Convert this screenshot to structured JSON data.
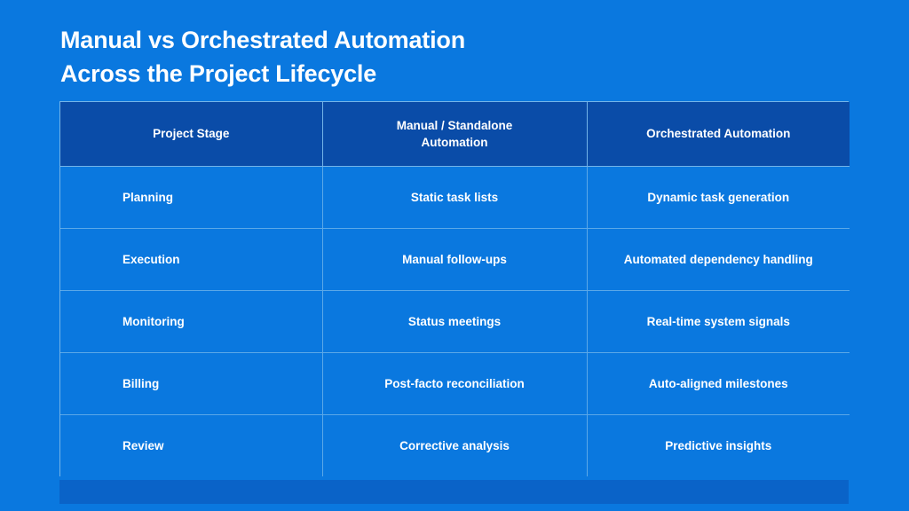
{
  "theme": {
    "page_background": "#0a78df",
    "header_background": "#0a4ca8",
    "footer_bar": "#0a63c8",
    "border": "#5ba8e8",
    "text": "#ffffff"
  },
  "title": {
    "line1": "Manual vs Orchestrated Automation",
    "line2": "Across the Project Lifecycle"
  },
  "table": {
    "headers": [
      "Project Stage",
      "Manual / Standalone Automation",
      "Orchestrated Automation"
    ],
    "header_lines": {
      "col2_line1": "Manual / Standalone",
      "col2_line2": "Automation"
    },
    "rows": [
      {
        "stage": "Planning",
        "manual": "Static task lists",
        "orchestrated": "Dynamic task generation"
      },
      {
        "stage": "Execution",
        "manual": "Manual follow-ups",
        "orchestrated": "Automated dependency handling"
      },
      {
        "stage": "Monitoring",
        "manual": "Status meetings",
        "orchestrated": "Real-time system signals"
      },
      {
        "stage": "Billing",
        "manual": "Post-facto reconciliation",
        "orchestrated": "Auto-aligned milestones"
      },
      {
        "stage": "Review",
        "manual": "Corrective analysis",
        "orchestrated": "Predictive insights"
      }
    ]
  }
}
